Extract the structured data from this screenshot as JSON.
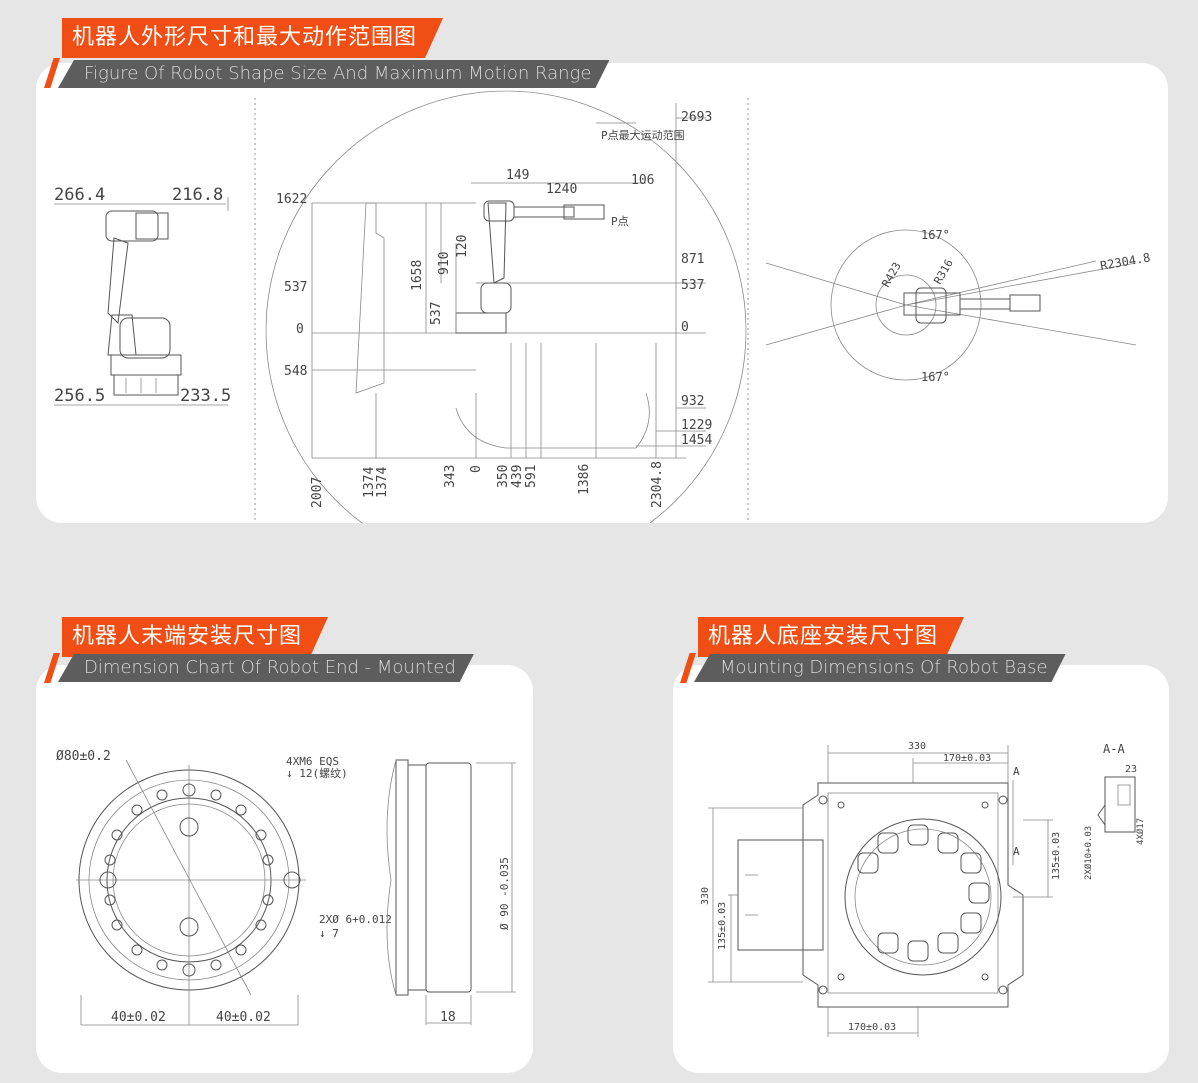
{
  "sections": {
    "top": {
      "title_cn": "机器人外形尺寸和最大动作范围图",
      "title_en": "Figure Of Robot Shape Size And Maximum Motion Range"
    },
    "left": {
      "title_cn": "机器人末端安装尺寸图",
      "title_en": "Dimension Chart Of Robot End - Mounted"
    },
    "right": {
      "title_cn": "机器人底座安装尺寸图",
      "title_en": "Mounting Dimensions Of Robot Base"
    }
  },
  "side_view": {
    "top_left": "266.4",
    "top_right": "216.8",
    "bottom_left": "256.5",
    "bottom_right": "233.5"
  },
  "range_view": {
    "top": "2693",
    "p_range": "P点最大运动范围",
    "p_point": "P点",
    "d149": "149",
    "d1240": "1240",
    "d106": "106",
    "left_1622": "1622",
    "left_537": "537",
    "left_0": "0",
    "left_548": "548",
    "v910": "910",
    "v120": "120",
    "v1658": "1658",
    "v537b": "537",
    "right_871": "871",
    "right_537": "537",
    "right_0": "0",
    "right_932": "932",
    "right_1229": "1229",
    "right_1454": "1454",
    "bottom": [
      "2007",
      "1374",
      "1374",
      "343",
      "0",
      "350",
      "439",
      "591",
      "1386",
      "2304.8"
    ]
  },
  "top_view": {
    "a1": "167°",
    "a2": "167°",
    "r423": "R423",
    "r316": "R316",
    "r2304": "R2304.8"
  },
  "end_mount": {
    "dia80": "Ø80±0.2",
    "m6": "4XM6 EQS",
    "m6_depth": "↓ 12(螺纹)",
    "pin": "2XØ 6+0.012",
    "pin_depth": "↓ 7",
    "dia90": "Ø 90 -0.035",
    "w1": "40±0.02",
    "w2": "40±0.02",
    "t18": "18"
  },
  "base_mount": {
    "w330": "330",
    "w170": "170±0.03",
    "w170b": "170±0.03",
    "h330": "330",
    "h135": "135±0.03",
    "h135b": "135±0.03",
    "aa": "A-A",
    "a_top": "A",
    "a_bot": "A",
    "d23": "23",
    "hole10": "2XØ10+0.03",
    "hole17": "4XØ17"
  }
}
